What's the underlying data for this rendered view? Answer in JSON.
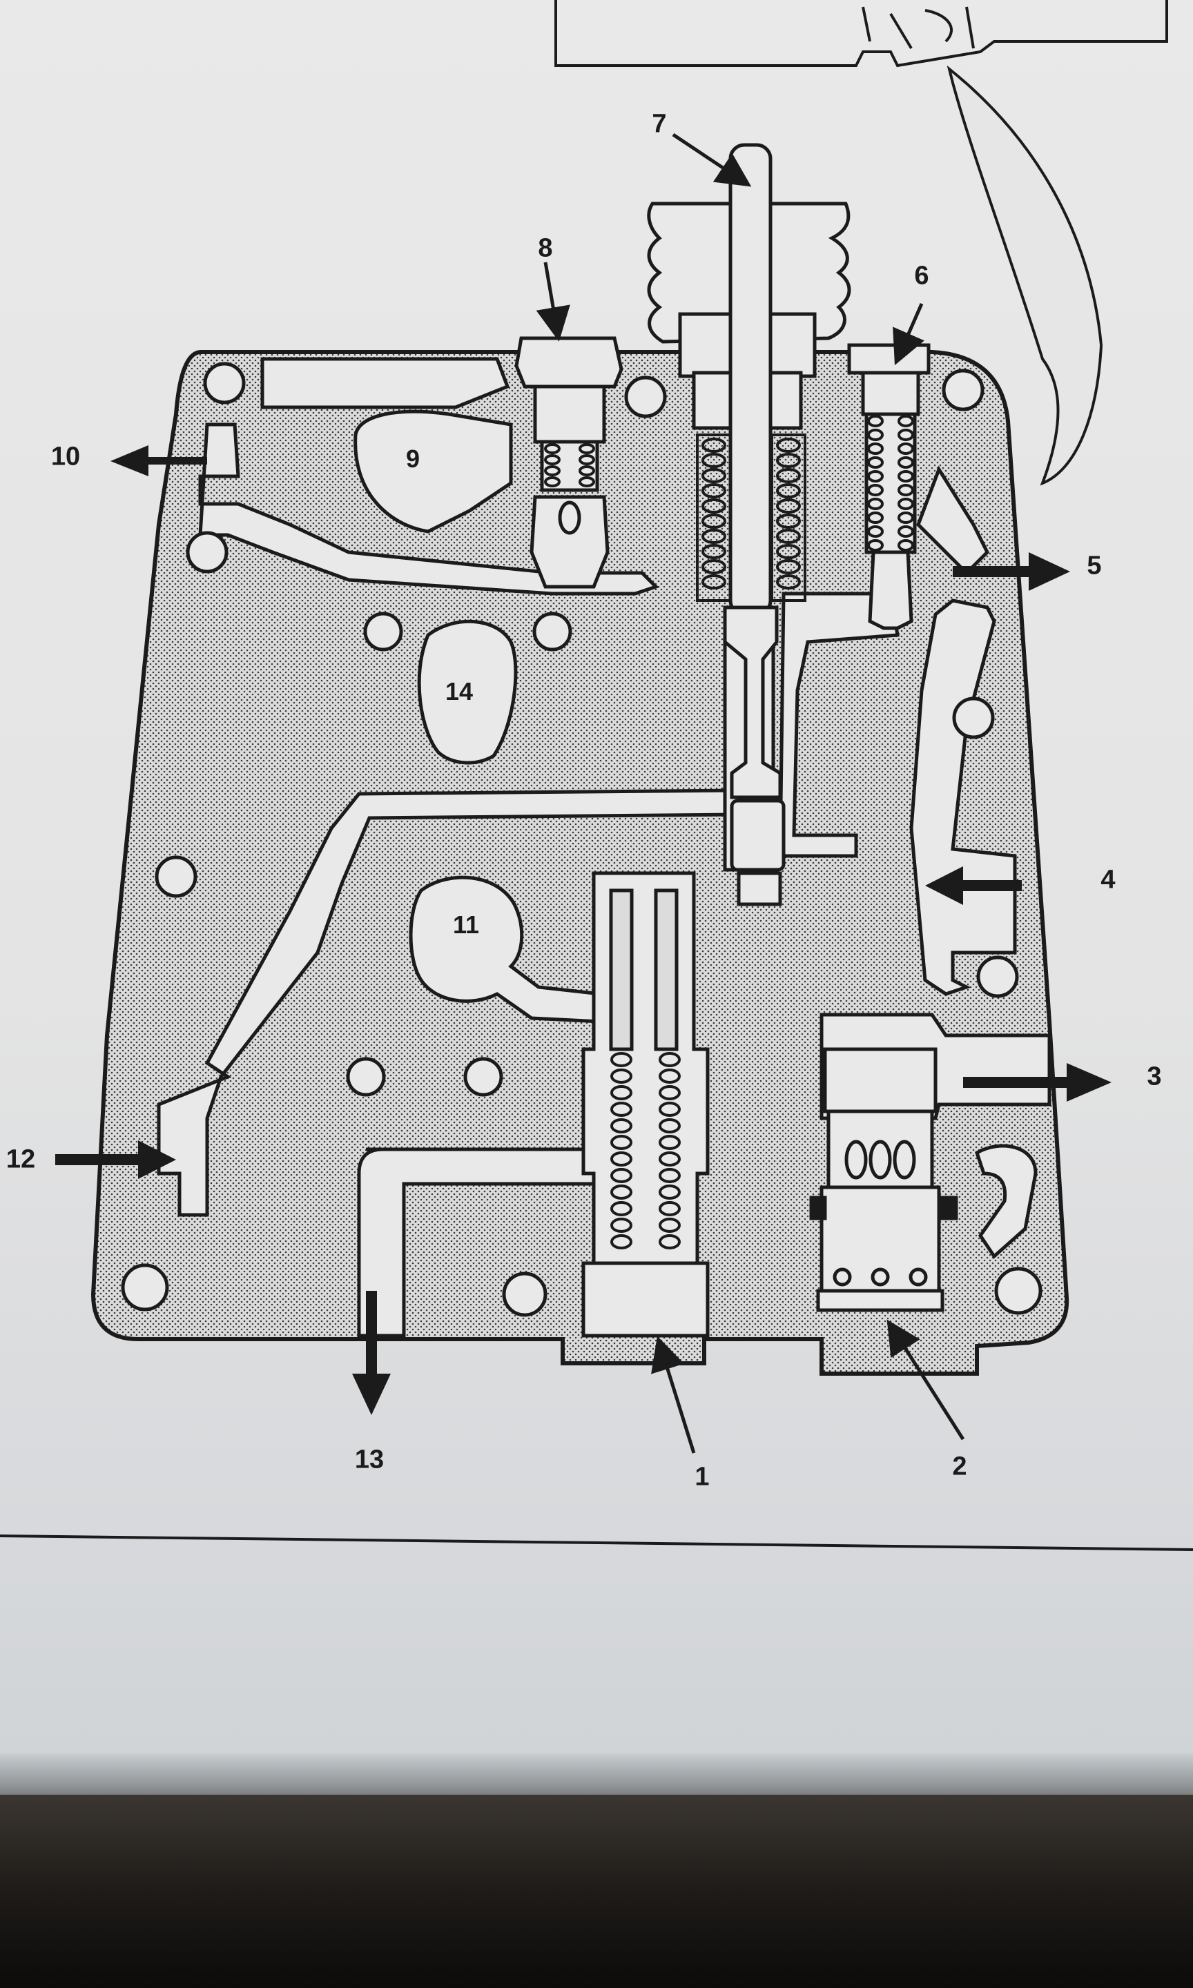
{
  "diagram": {
    "callouts": [
      {
        "id": "1",
        "label": "1",
        "role": "bottom-center"
      },
      {
        "id": "2",
        "label": "2",
        "role": "bottom-right-nut"
      },
      {
        "id": "3",
        "label": "3",
        "role": "right-outlet"
      },
      {
        "id": "4",
        "label": "4",
        "role": "right-inlet"
      },
      {
        "id": "5",
        "label": "5",
        "role": "upper-right-outlet"
      },
      {
        "id": "6",
        "label": "6",
        "role": "top-right-valve"
      },
      {
        "id": "7",
        "label": "7",
        "role": "top-stem"
      },
      {
        "id": "8",
        "label": "8",
        "role": "top-left-nut"
      },
      {
        "id": "9",
        "label": "9",
        "role": "upper-chamber"
      },
      {
        "id": "10",
        "label": "10",
        "role": "left-outlet"
      },
      {
        "id": "11",
        "label": "11",
        "role": "middle-chamber"
      },
      {
        "id": "12",
        "label": "12",
        "role": "left-inlet"
      },
      {
        "id": "13",
        "label": "13",
        "role": "bottom-outlet"
      },
      {
        "id": "14",
        "label": "14",
        "role": "center-plug"
      }
    ]
  },
  "colors": {
    "ink": "#1b1b1b",
    "paper": "#e6e6e6",
    "passage": "#e9e9e9",
    "body_fill": "#d2d2d2"
  }
}
